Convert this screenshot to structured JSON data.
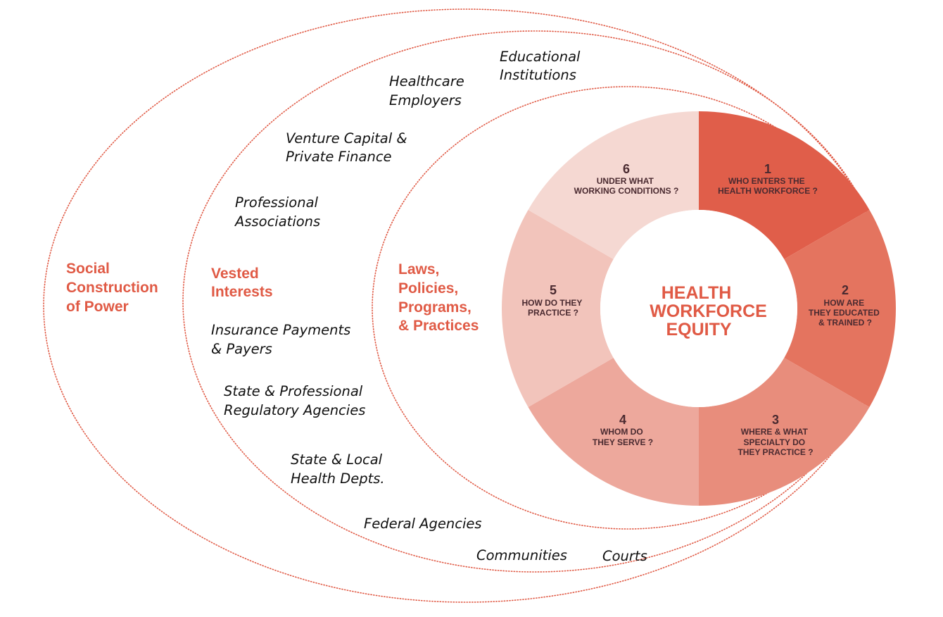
{
  "center": {
    "line1": "HEALTH",
    "line2": "WORKFORCE",
    "line3": "EQUITY"
  },
  "layers": {
    "outer": {
      "line1": "Social",
      "line2": "Construction",
      "line3": "of Power"
    },
    "middle": {
      "line1": "Vested",
      "line2": "Interests"
    },
    "inner": {
      "line1": "Laws,",
      "line2": "Policies,",
      "line3": "Programs,",
      "line4": "& Practices"
    }
  },
  "actors": {
    "educational": {
      "line1": "Educational",
      "line2": "Institutions"
    },
    "employers": {
      "line1": "Healthcare",
      "line2": "Employers"
    },
    "venture": {
      "line1": "Venture Capital &",
      "line2": "Private Finance"
    },
    "professional": {
      "line1": "Professional",
      "line2": "Associations"
    },
    "insurance": {
      "line1": "Insurance Payments",
      "line2": "& Payers"
    },
    "regulatory": {
      "line1": "State & Professional",
      "line2": "Regulatory Agencies"
    },
    "health_depts": {
      "line1": "State & Local",
      "line2": "Health Depts."
    },
    "federal": {
      "line1": "Federal Agencies"
    },
    "communities": {
      "line1": "Communities"
    },
    "courts": {
      "line1": "Courts"
    }
  },
  "segments": [
    {
      "number": "1",
      "line1": "WHO ENTERS THE",
      "line2": "HEALTH WORKFORCE ?",
      "line3": "",
      "color": "#e05e4a"
    },
    {
      "number": "2",
      "line1": "HOW ARE",
      "line2": "THEY EDUCATED",
      "line3": "& TRAINED ?",
      "color": "#e4745f"
    },
    {
      "number": "3",
      "line1": "WHERE & WHAT",
      "line2": "SPECIALTY DO",
      "line3": "THEY PRACTICE ?",
      "color": "#e88d7c"
    },
    {
      "number": "4",
      "line1": "WHOM DO",
      "line2": "THEY SERVE ?",
      "line3": "",
      "color": "#eda89c"
    },
    {
      "number": "5",
      "line1": "HOW DO THEY",
      "line2": "PRACTICE ?",
      "line3": "",
      "color": "#f2c4bb"
    },
    {
      "number": "6",
      "line1": "UNDER WHAT",
      "line2": "WORKING CONDITIONS ?",
      "line3": "",
      "color": "#f5d8d2"
    }
  ],
  "colors": {
    "accent": "#e05a45",
    "segment_text": "#4a2a30",
    "actor_text": "#111111"
  }
}
